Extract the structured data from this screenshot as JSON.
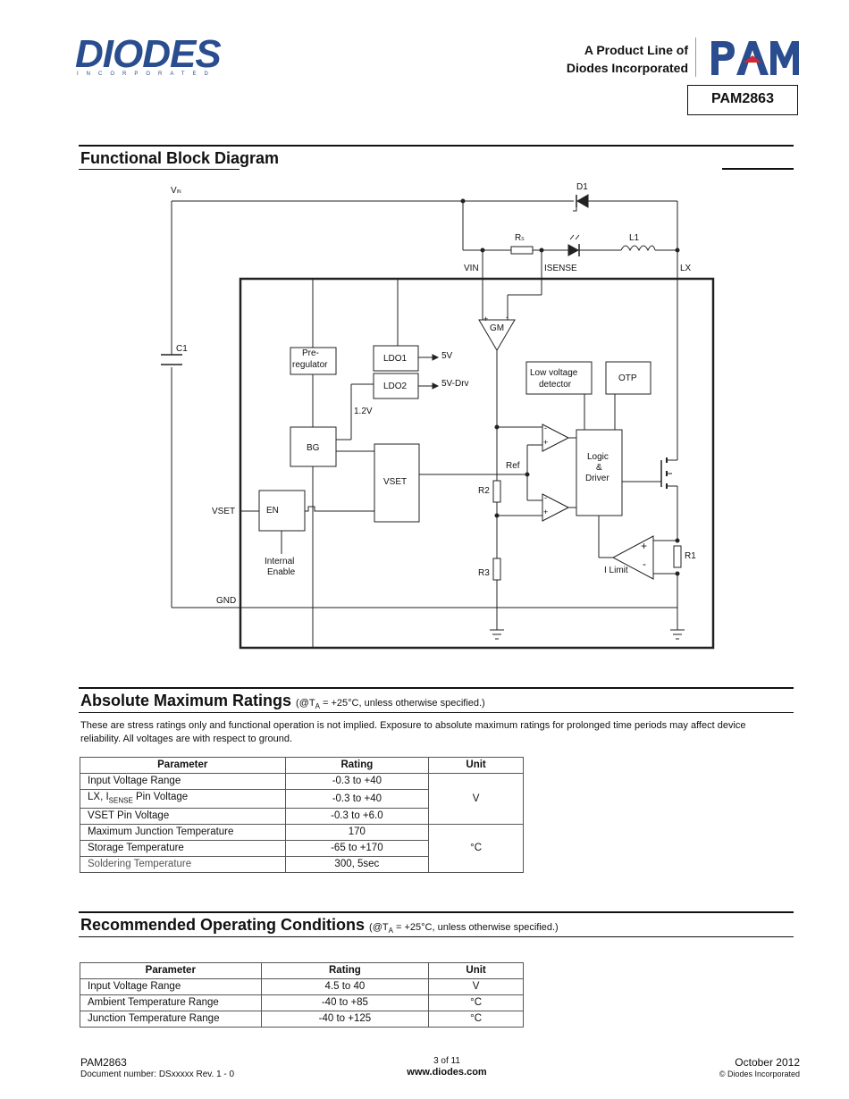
{
  "header": {
    "logo_text": "DIODES",
    "logo_subtext": "INCORPORATED",
    "product_line_1": "A Product Line of",
    "product_line_2": "Diodes Incorporated",
    "pam_logo": "PAM",
    "part_number": "PAM2863"
  },
  "block_diagram": {
    "title": "Functional Block Diagram",
    "labels": {
      "vin_top": "V",
      "vin_sub": "IN",
      "d1": "D1",
      "rs": "R",
      "rs_sub": "S",
      "l1": "L1",
      "pin_vin": "VIN",
      "pin_isense": "ISENSE",
      "pin_lx": "LX",
      "c1": "C1",
      "gm": "GM",
      "pre1": "Pre-",
      "pre2": "regulator",
      "ldo1": "LDO1",
      "ldo2": "LDO2",
      "out_5v": "5V",
      "out_5vdrv": "5V-Drv",
      "v12": "1.2V",
      "low1": "Low voltage",
      "low2": "detector",
      "otp": "OTP",
      "bg": "BG",
      "vset_block": "VSET",
      "ref": "Ref",
      "logic1": "Logic",
      "logic2": "&",
      "logic3": "Driver",
      "r2": "R2",
      "r3": "R3",
      "r1": "R1",
      "vset_pin": "VSET",
      "en": "EN",
      "int1": "Internal",
      "int2": "Enable",
      "ilimit": "I Limit",
      "gnd": "GND",
      "plus": "+",
      "minus": "-"
    }
  },
  "abs_max": {
    "title": "Absolute Maximum Ratings",
    "note_pre": "(@T",
    "note_sub": "A",
    "note_post": " = +25°C, unless otherwise specified.)",
    "paragraph": "These are stress ratings only and functional operation is not implied.  Exposure to absolute maximum ratings for prolonged time periods may affect device reliability. All voltages are with respect to ground.",
    "headers": [
      "Parameter",
      "Rating",
      "Unit"
    ],
    "rows": [
      {
        "param": "Input Voltage Range",
        "rating": "-0.3 to +40"
      },
      {
        "param_pre": "LX, I",
        "param_sub": "SENSE",
        "param_post": " Pin Voltage",
        "rating": "-0.3 to +40"
      },
      {
        "param": "VSET Pin Voltage",
        "rating": "-0.3 to +6.0"
      },
      {
        "param": "Maximum Junction  Temperature",
        "rating": "170"
      },
      {
        "param": "Storage Temperature",
        "rating": "-65 to +170"
      },
      {
        "param": "Soldering Temperature",
        "rating": "300, 5sec"
      }
    ],
    "unit_v": "V",
    "unit_c": "°C"
  },
  "rec_op": {
    "title": "Recommended Operating Conditions",
    "note_pre": "(@T",
    "note_sub": "A",
    "note_post": " = +25°C, unless otherwise specified.)",
    "headers": [
      "Parameter",
      "Rating",
      "Unit"
    ],
    "rows": [
      {
        "param": "Input Voltage Range",
        "rating": "4.5 to 40",
        "unit": "V"
      },
      {
        "param": "Ambient Temperature Range",
        "rating": "-40 to +85",
        "unit": "°C"
      },
      {
        "param": "Junction Temperature Range",
        "rating": "-40 to +125",
        "unit": "°C"
      }
    ]
  },
  "footer": {
    "part": "PAM2863",
    "doc_number": "Document number: DSxxxxx Rev. 1 - 0",
    "page": "3 of 11",
    "website": "www.diodes.com",
    "date": "October 2012",
    "copyright": "© Diodes Incorporated"
  },
  "colors": {
    "brand_blue": "#2a4d8f",
    "pam_red": "#d22630"
  }
}
